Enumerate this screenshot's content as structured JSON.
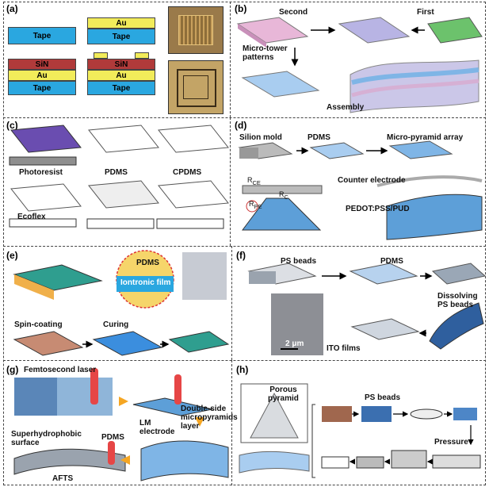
{
  "panels": {
    "a": {
      "label": "(a)",
      "tape": "Tape",
      "au": "Au",
      "sin": "SiN"
    },
    "b": {
      "label": "(b)",
      "second": "Second",
      "first": "First",
      "micro_tower": "Micro-tower\npatterns",
      "assembly": "Assembly"
    },
    "c": {
      "label": "(c)",
      "photoresist": "Photoresist",
      "pdms": "PDMS",
      "cpdms": "CPDMS",
      "ecoflex": "Ecoflex"
    },
    "d": {
      "label": "(d)",
      "silicon_mold": "Silion mold",
      "pdms": "PDMS",
      "micro_pyramid": "Micro-pyramid array",
      "counter_electrode": "Counter electrode",
      "pedot": "PEDOT:PSS/PUD",
      "r_ce": "R",
      "r_ce_sub": "CE",
      "r_c": "R",
      "r_c_sub": "C",
      "r_pe": "R",
      "r_pe_sub": "PE"
    },
    "e": {
      "label": "(e)",
      "pdms": "PDMS",
      "iontronic": "Iontronic film",
      "spin_coating": "Spin-coating",
      "curing": "Curing"
    },
    "f": {
      "label": "(f)",
      "ps_beads": "PS beads",
      "pdms": "PDMS",
      "dissolving": "Dissolving\nPS beads",
      "scale": "2 μm",
      "ito": "ITO films"
    },
    "g": {
      "label": "(g)",
      "femtosecond": "Femtosecond laser",
      "lm_electrode": "LM\nelectrode",
      "double_side": "Double-side\nmicropyramids\nlayer",
      "superhydrophobic": "Superhydrophobic\nsurface",
      "pdms": "PDMS",
      "afts": "AFTS"
    },
    "h": {
      "label": "(h)",
      "porous_pyramid": "Porous\npyramid",
      "ps_beads": "PS beads",
      "pressure": "Pressure"
    }
  },
  "colors": {
    "tape": "#2aa7e0",
    "au": "#f2ec5a",
    "sin": "#b03a3a",
    "pink": "#e8b7d8",
    "green": "#5cb85c",
    "lightblue": "#a9cdf0",
    "photoresist": "#6a4db0",
    "arrow": "#f5a623",
    "brown": "#c78b73",
    "teal": "#2f9e8f"
  }
}
